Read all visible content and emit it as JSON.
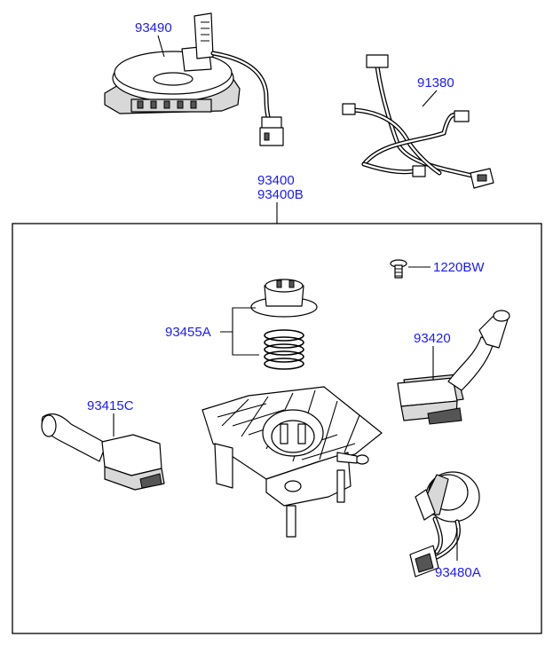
{
  "labels": {
    "clock_spring": "93490",
    "harness": "91380",
    "assembly_line1": "93400",
    "assembly_line2": "93400B",
    "screw": "1220BW",
    "spring": "93455A",
    "wiper_switch": "93420",
    "light_switch": "93415C",
    "contact_assembly": "93480A"
  },
  "colors": {
    "label": "#1a1aff",
    "line": "#000000",
    "background": "#ffffff"
  }
}
